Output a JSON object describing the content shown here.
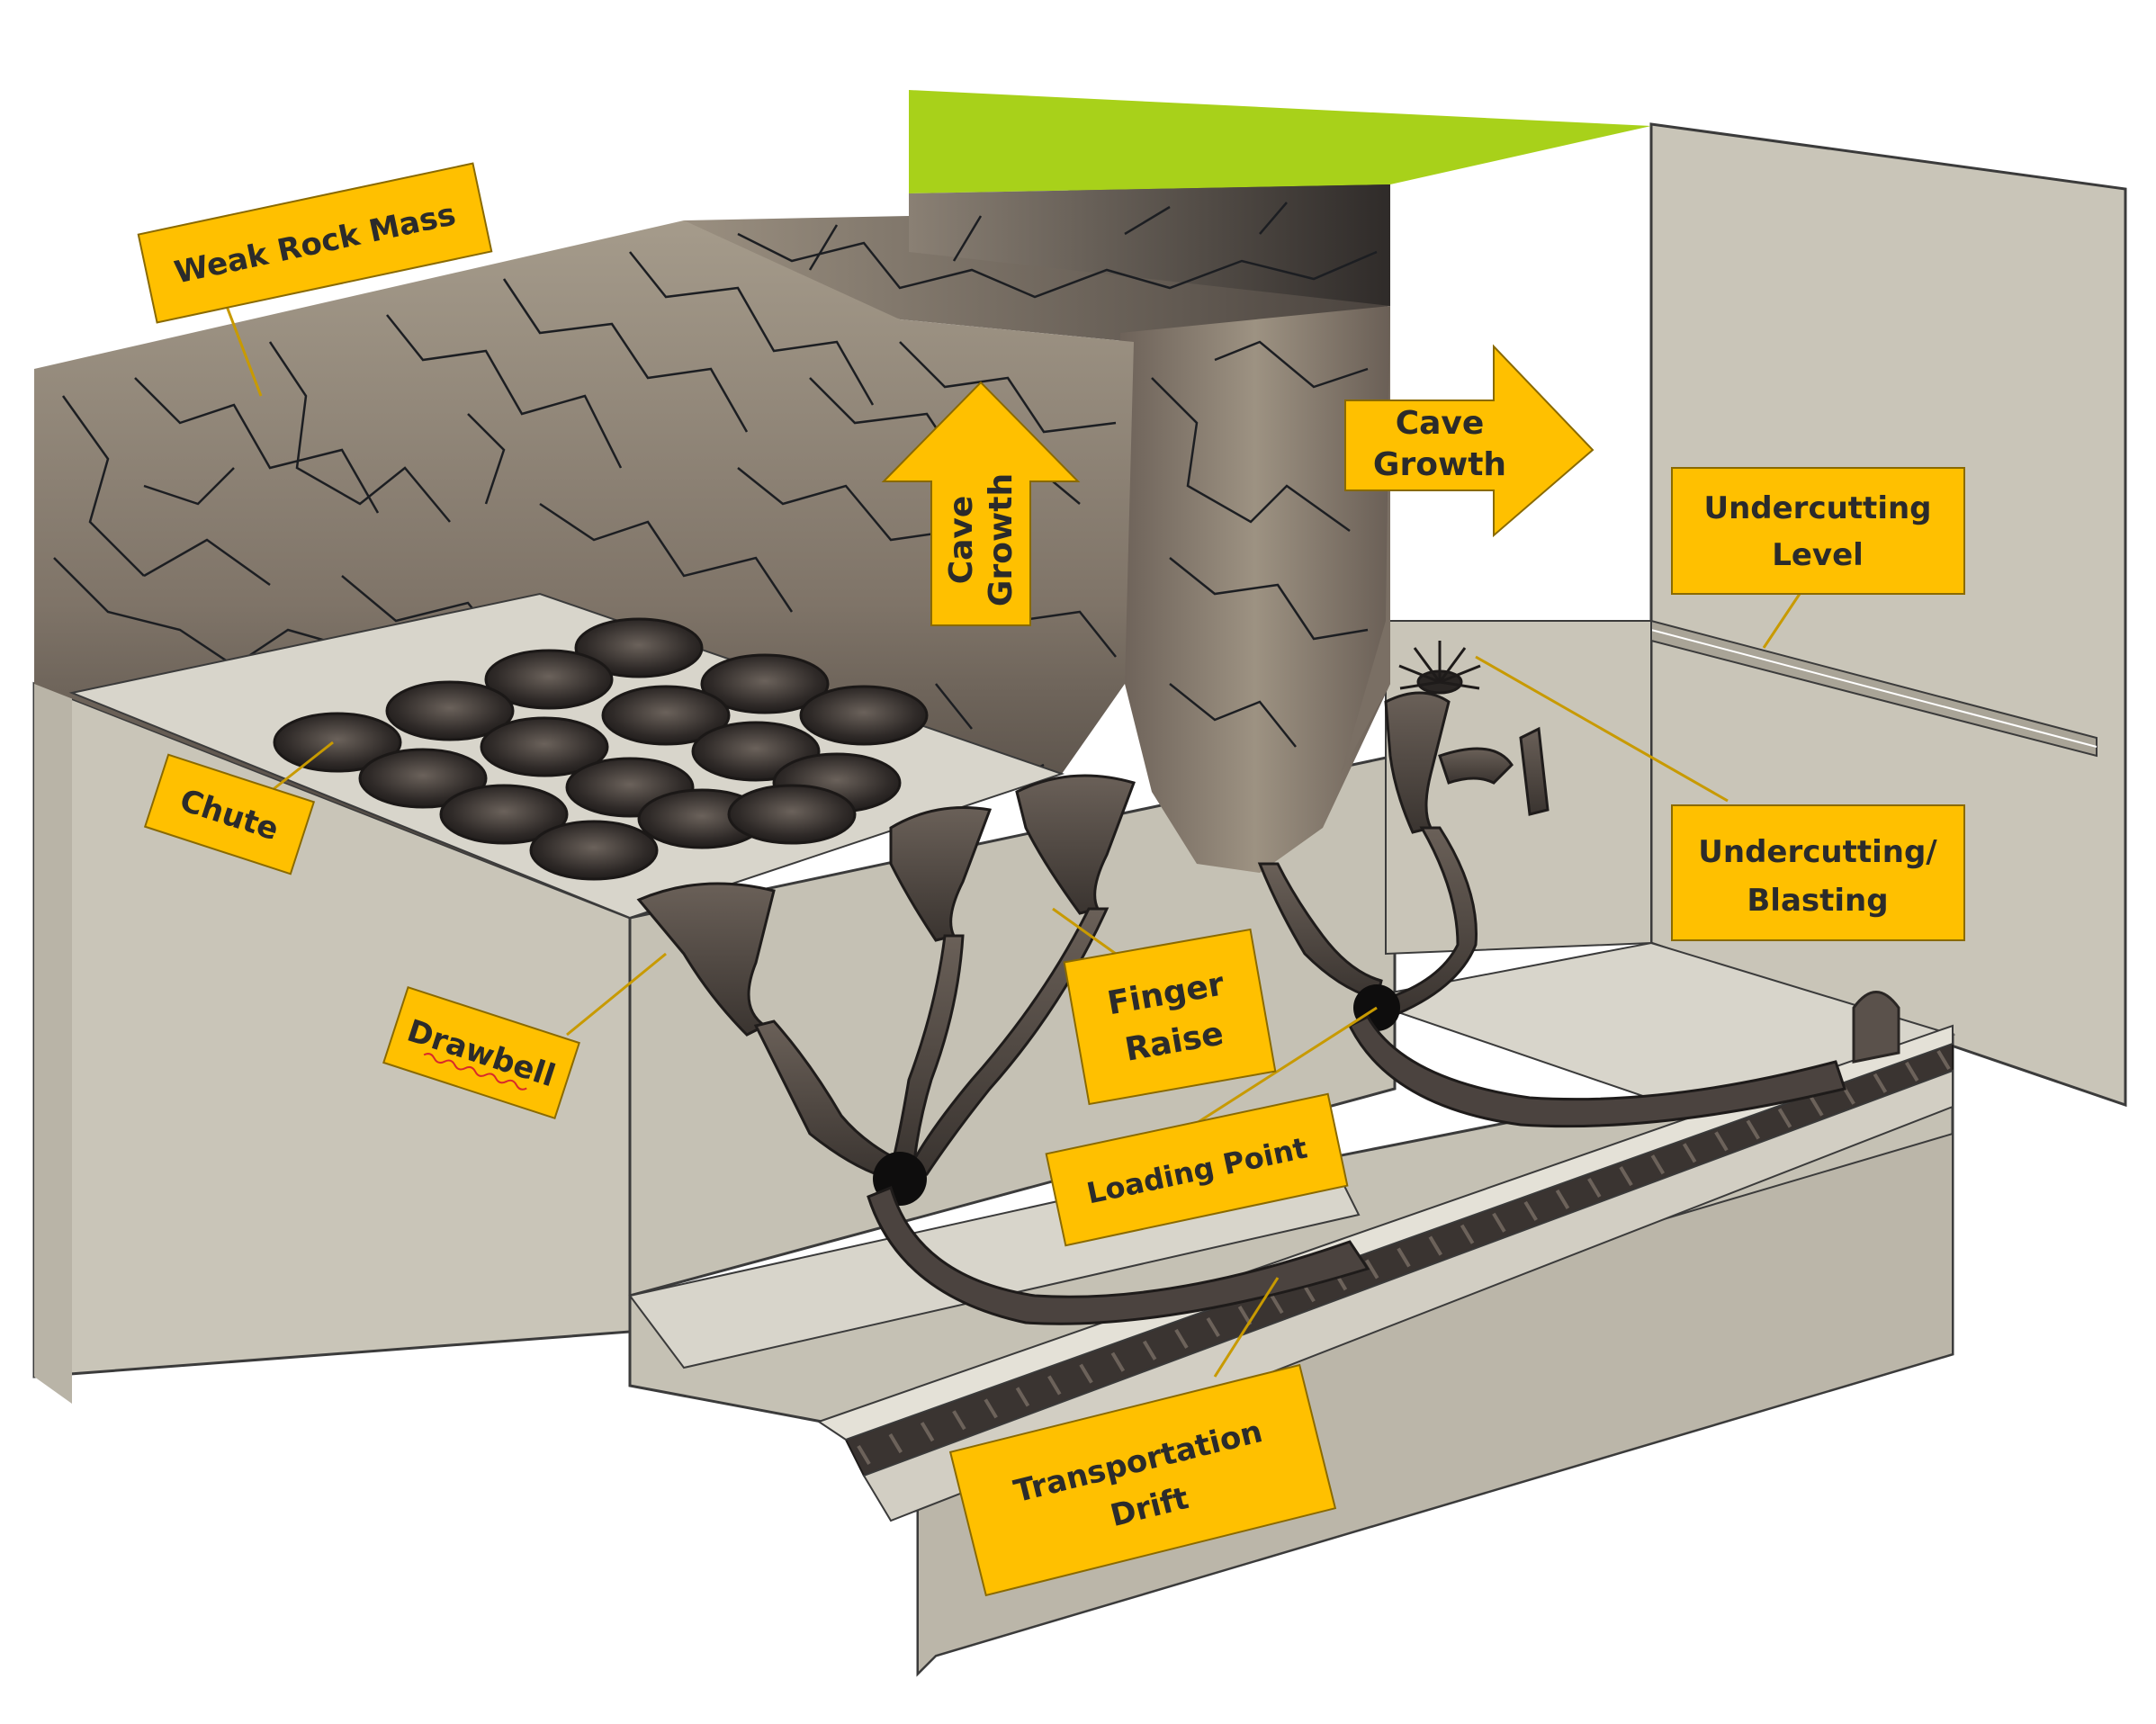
{
  "colors": {
    "label_fill": "#ffc000",
    "arrow_fill": "#ffc000",
    "ground_surface": "#a8d11a",
    "rock_wall": "#c9c5b8",
    "rock_mass_dark": "#5a5049",
    "rock_mass_light": "#a49a8a"
  },
  "labels": {
    "weak_rock_mass": "Weak Rock Mass",
    "chute": "Chute",
    "drawbell": "Drawbell",
    "finger_raise_1": "Finger",
    "finger_raise_2": "Raise",
    "loading_point": "Loading Point",
    "transportation_drift_1": "Transportation",
    "transportation_drift_2": "Drift",
    "undercutting_level_1": "Undercutting",
    "undercutting_level_2": "Level",
    "undercutting_blasting_1": "Undercutting/",
    "undercutting_blasting_2": "Blasting",
    "cave_growth_up_1": "Cave",
    "cave_growth_up_2": "Growth",
    "cave_growth_right_1": "Cave",
    "cave_growth_right_2": "Growth"
  }
}
